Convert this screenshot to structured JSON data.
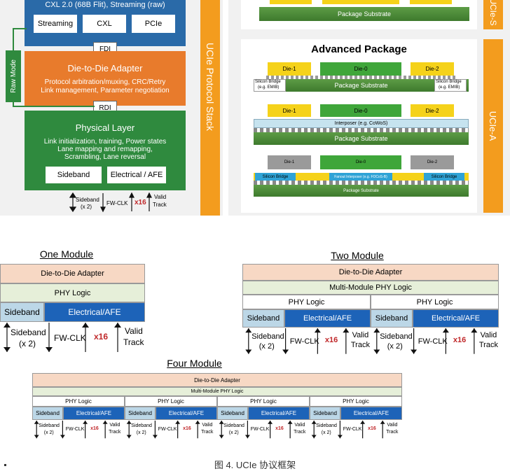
{
  "stack": {
    "top_text": "CXL 2.0 (68B Flit), Streaming (raw)",
    "protocols": [
      "Streaming",
      "CXL",
      "PCIe"
    ],
    "fdi": "FDI",
    "rdi": "RDI",
    "raw_mode": "Raw Mode",
    "d2d_title": "Die-to-Die Adapter",
    "d2d_lines": [
      "Protocol arbitration/muxing, CRC/Retry",
      "Link management, Parameter negotiation"
    ],
    "phy_title": "Physical Layer",
    "phy_lines": [
      "Link initialization, training, Power states",
      "Lane mapping and remapping,",
      "Scrambling, Lane reversal"
    ],
    "sideband": "Sideband",
    "electrical": "Electrical / AFE",
    "side_label": "UCIe Protocol Stack",
    "signals": [
      "Sideband",
      "(x 2)",
      "FW-CLK",
      "x16",
      "Valid",
      "Track"
    ]
  },
  "packages": {
    "top_substrate": "Package Substrate",
    "side_label_top": "UCIe-S",
    "side_label": "UCIe-A",
    "title": "Advanced Package",
    "p1": {
      "dies": [
        "Die-1",
        "Die-0",
        "Die-2"
      ],
      "bridge_l": [
        "Silicon Bridge",
        "(e.g. EMIB)"
      ],
      "bridge_r": [
        "Silicon Bridge",
        "(e.g. EMIB)"
      ],
      "substrate": "Package Substrate"
    },
    "p2": {
      "dies": [
        "Die-1",
        "Die-0",
        "Die-2"
      ],
      "interposer": "Interposer (e.g. CoWoS)",
      "substrate": "Package Substrate"
    },
    "p3": {
      "dies": [
        "Die-1",
        "Die-0",
        "Die-2"
      ],
      "bridge_l": "Silicon Bridge",
      "fanout": "Fanout Interposer (e.g. FOCoS-B)",
      "bridge_r": "Silicon Bridge",
      "substrate": "Package Substrate"
    }
  },
  "modules": {
    "one": {
      "title": "One Module",
      "d2d": "Die-to-Die Adapter",
      "phy": "PHY Logic",
      "sideband": "Sideband",
      "electrical": "Electrical/AFE"
    },
    "two": {
      "title": "Two Module",
      "d2d": "Die-to-Die Adapter",
      "mm": "Multi-Module PHY Logic",
      "phy": "PHY Logic",
      "sideband": "Sideband",
      "electrical": "Electrical/AFE"
    },
    "four": {
      "title": "Four Module",
      "d2d": "Die-to-Die Adapter",
      "mm": "Multi-Module PHY Logic",
      "phy": "PHY Logic",
      "sideband": "Sideband",
      "electrical": "Electrical/AFE"
    },
    "signals": {
      "sb1": "Sideband",
      "sb2": "(x 2)",
      "fw": "FW-CLK",
      "x16": "x16",
      "v1": "Valid",
      "v2": "Track"
    }
  },
  "caption": "图 4. UCIe 协议框架",
  "colors": {
    "blue": "#2a6aa8",
    "orange": "#e87b2c",
    "green": "#2f8a3e",
    "die_yellow": "#f5d21a",
    "die_green": "#3fa63a",
    "module_peach": "#f7d8c4",
    "module_lightgreen": "#e6efd9",
    "module_blue": "#1d63b8",
    "module_lightblue": "#bcd7e7",
    "x16_red": "#c0282a"
  }
}
